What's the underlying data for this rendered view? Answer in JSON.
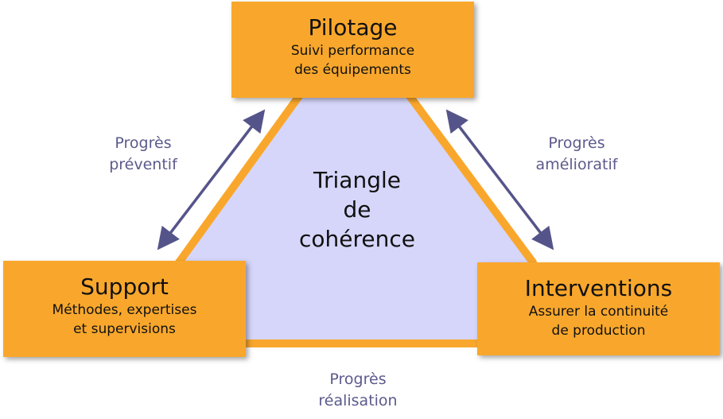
{
  "nodes": {
    "top": {
      "title": "Pilotage",
      "line1": "Suivi performance",
      "line2": "des équipements"
    },
    "left": {
      "title": "Support",
      "line1": "Méthodes, expertises",
      "line2": "et supervisions"
    },
    "right": {
      "title": "Interventions",
      "line1": "Assurer la continuité",
      "line2": "de production"
    }
  },
  "center": {
    "line1": "Triangle",
    "line2": "de",
    "line3": "cohérence"
  },
  "edges": {
    "left": {
      "line1": "Progrès",
      "line2": "préventif"
    },
    "right": {
      "line1": "Progrès",
      "line2": "amélioratif"
    },
    "bottom": {
      "line1": "Progrès",
      "line2": "réalisation"
    }
  },
  "colors": {
    "box_fill": "#f9a72c",
    "triangle_fill": "#d6d6fb",
    "triangle_stroke": "#f9a72c",
    "arrow": "#55548a",
    "edge_label": "#5b5a8c"
  }
}
